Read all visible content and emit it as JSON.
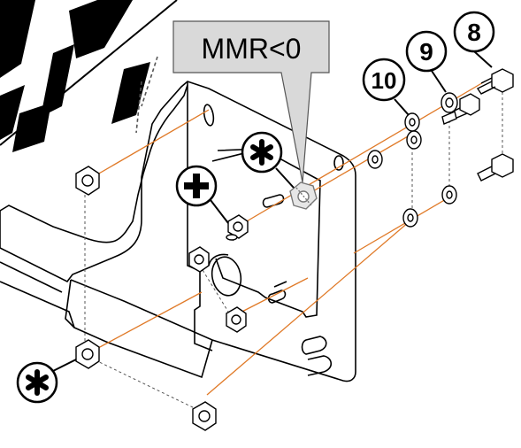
{
  "label_box": {
    "text": "MMR<0"
  },
  "callouts": [
    {
      "id": "eight",
      "text": "8"
    },
    {
      "id": "nine",
      "text": "9"
    },
    {
      "id": "ten",
      "text": "10"
    },
    {
      "id": "plus",
      "text": "+"
    }
  ],
  "colors": {
    "line": "#000000",
    "hidden_line": "#555555",
    "guide_line": "#e07a28",
    "label_box_fill": "#d9d9d9",
    "label_box_stroke": "#555555",
    "background": "#ffffff"
  },
  "icons": [
    "asterisk-icon",
    "plus-icon",
    "hex-nut-icon",
    "bolt-icon",
    "washer-icon",
    "locknut-icon"
  ]
}
